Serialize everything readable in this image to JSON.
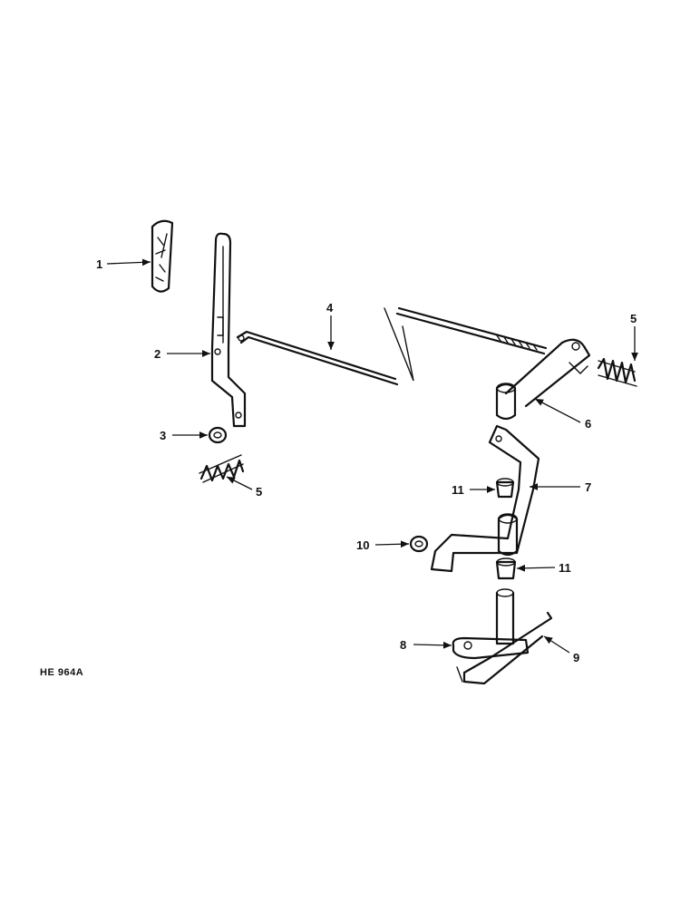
{
  "drawing_code": "HE 964A",
  "callouts": [
    {
      "id": "callout-1",
      "text": "1"
    },
    {
      "id": "callout-2",
      "text": "2"
    },
    {
      "id": "callout-3",
      "text": "3"
    },
    {
      "id": "callout-4",
      "text": "4"
    },
    {
      "id": "callout-5a",
      "text": "5"
    },
    {
      "id": "callout-5b",
      "text": "5"
    },
    {
      "id": "callout-6",
      "text": "6"
    },
    {
      "id": "callout-7",
      "text": "7"
    },
    {
      "id": "callout-8",
      "text": "8"
    },
    {
      "id": "callout-9",
      "text": "9"
    },
    {
      "id": "callout-10",
      "text": "10"
    },
    {
      "id": "callout-11a",
      "text": "11"
    },
    {
      "id": "callout-11b",
      "text": "11"
    }
  ]
}
